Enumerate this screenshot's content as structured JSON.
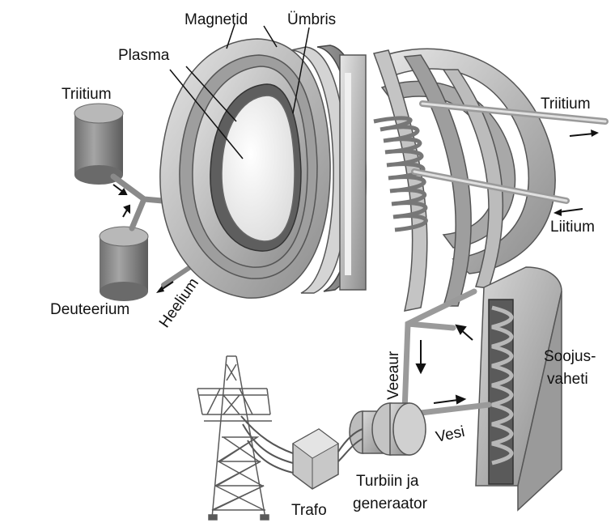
{
  "labels": {
    "magnetid": "Magnetid",
    "umbris": "Ümbris",
    "plasma": "Plasma",
    "triitium_left": "Triitium",
    "triitium_right": "Triitium",
    "liitium": "Liitium",
    "deuteerium": "Deuteerium",
    "heelium": "Heelium",
    "veeaur": "Veeaur",
    "soojus_line1": "Soojus-",
    "soojus_line2": "vaheti",
    "vesi": "Vesi",
    "turbiin_line1": "Turbiin ja",
    "turbiin_line2": "generaator",
    "trafo": "Trafo"
  }
}
